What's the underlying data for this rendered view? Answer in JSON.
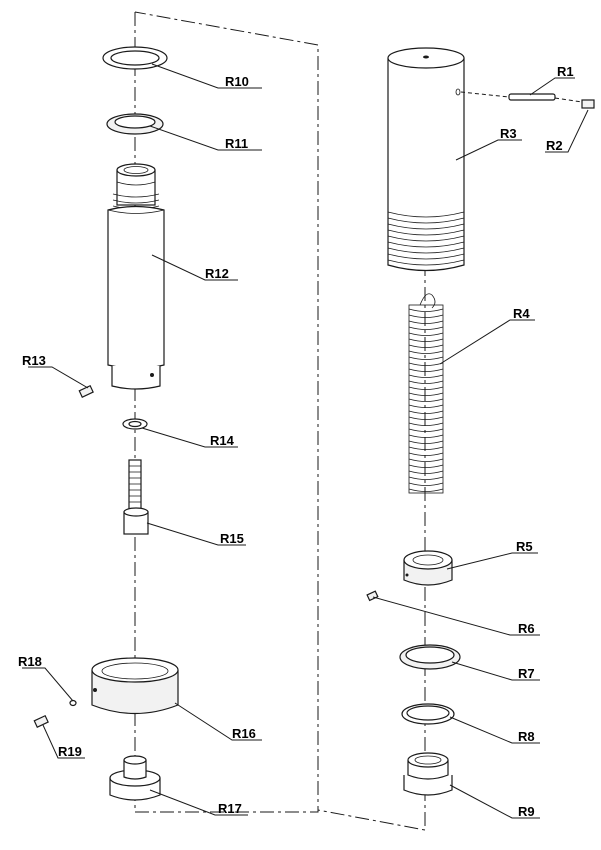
{
  "labels": {
    "r1": "R1",
    "r2": "R2",
    "r3": "R3",
    "r4": "R4",
    "r5": "R5",
    "r6": "R6",
    "r7": "R7",
    "r8": "R8",
    "r9": "R9",
    "r10": "R10",
    "r11": "R11",
    "r12": "R12",
    "r13": "R13",
    "r14": "R14",
    "r15": "R15",
    "r16": "R16",
    "r17": "R17",
    "r18": "R18",
    "r19": "R19"
  }
}
